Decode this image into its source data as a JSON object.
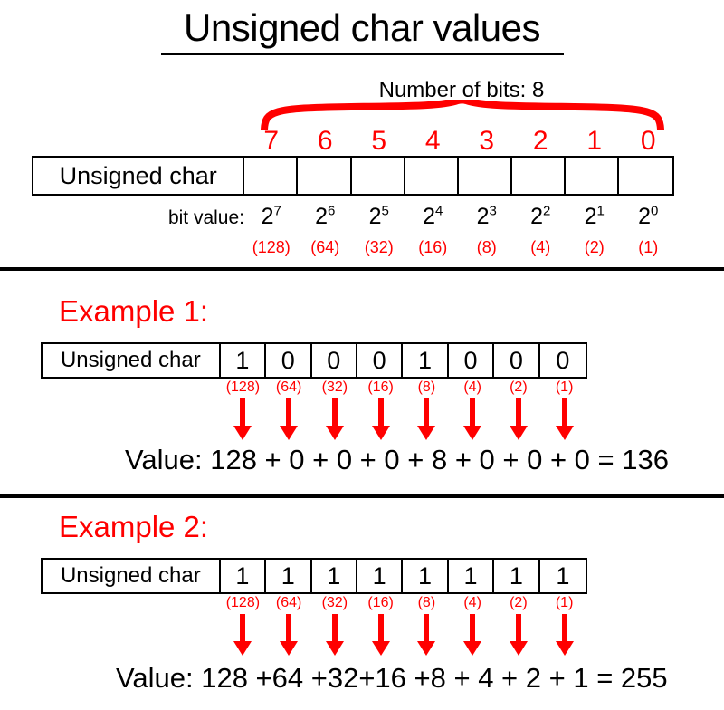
{
  "title": "Unsigned char values",
  "colors": {
    "accent_red": "#FF0000",
    "text_black": "#000000",
    "background": "#FFFFFF"
  },
  "header": {
    "bits_caption": "Number of bits: 8",
    "brace_icon": "curly-brace-icon"
  },
  "main_table": {
    "row_label": "Unsigned char",
    "bit_numbers": [
      "7",
      "6",
      "5",
      "4",
      "3",
      "2",
      "1",
      "0"
    ],
    "bit_cells": [
      "",
      "",
      "",
      "",
      "",
      "",
      "",
      ""
    ],
    "bit_value_label": "bit value:",
    "powers_base": "2",
    "powers_exponents": [
      "7",
      "6",
      "5",
      "4",
      "3",
      "2",
      "1",
      "0"
    ],
    "decimal_values": [
      "(128)",
      "(64)",
      "(32)",
      "(16)",
      "(8)",
      "(4)",
      "(2)",
      "(1)"
    ]
  },
  "examples": [
    {
      "heading": "Example 1:",
      "row_label": "Unsigned char",
      "bits": [
        "1",
        "0",
        "0",
        "0",
        "1",
        "0",
        "0",
        "0"
      ],
      "decimal_values": [
        "(128)",
        "(64)",
        "(32)",
        "(16)",
        "(8)",
        "(4)",
        "(2)",
        "(1)"
      ],
      "arrow_icon": "down-arrow-icon",
      "value_line": "Value: 128 + 0 + 0 + 0 + 8 +  0 + 0 + 0 = 136",
      "terms": [
        "128",
        "0",
        "0",
        "0",
        "8",
        "0",
        "0",
        "0"
      ],
      "total": "136"
    },
    {
      "heading": "Example 2:",
      "row_label": "Unsigned char",
      "bits": [
        "1",
        "1",
        "1",
        "1",
        "1",
        "1",
        "1",
        "1"
      ],
      "decimal_values": [
        "(128)",
        "(64)",
        "(32)",
        "(16)",
        "(8)",
        "(4)",
        "(2)",
        "(1)"
      ],
      "arrow_icon": "down-arrow-icon",
      "value_line": "Value: 128 +64 +32+16 +8 + 4  +  2  +  1 = 255",
      "terms": [
        "128",
        "64",
        "32",
        "16",
        "8",
        "4",
        "2",
        "1"
      ],
      "total": "255"
    }
  ]
}
